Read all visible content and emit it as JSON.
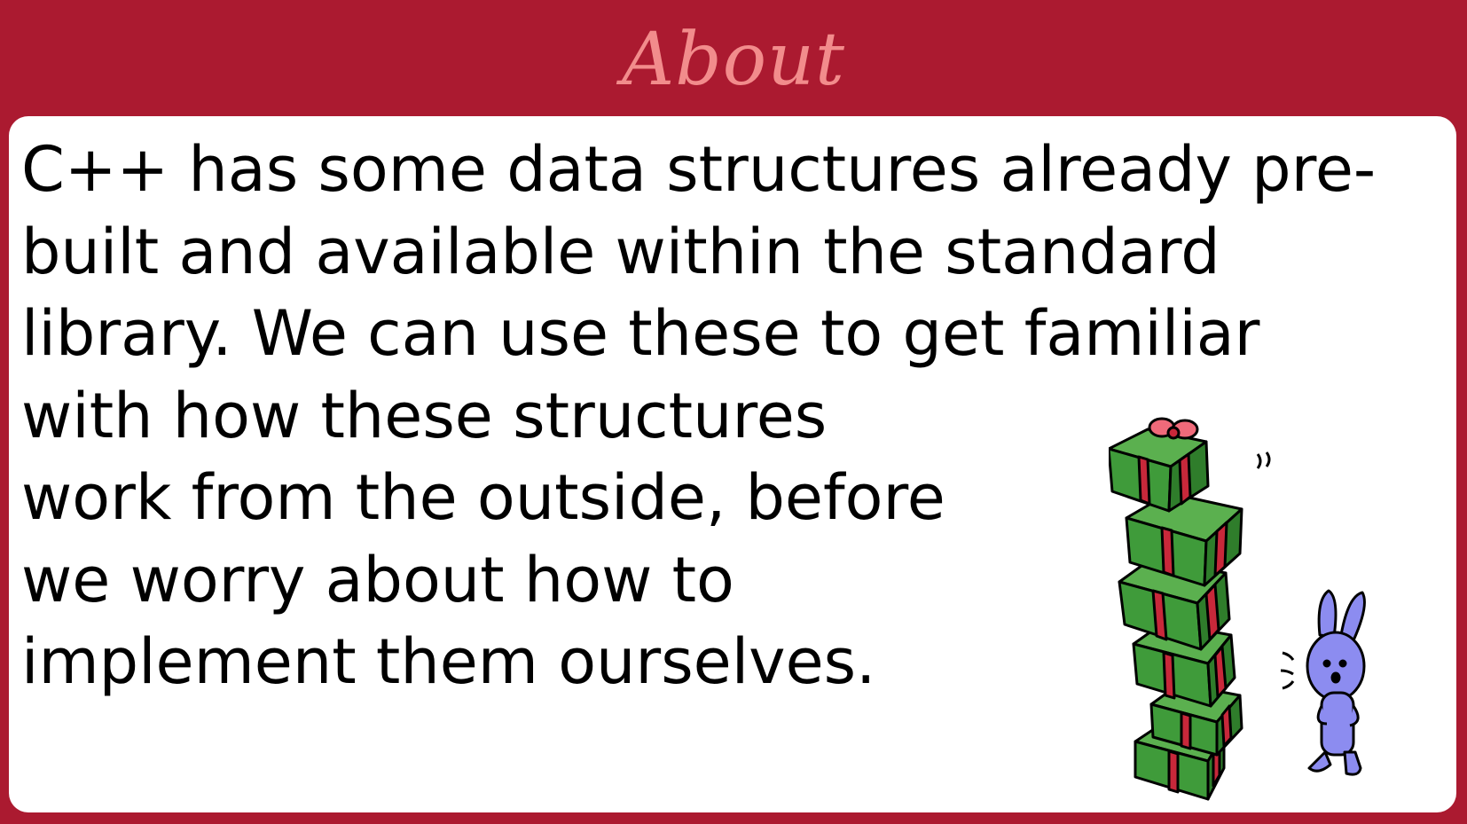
{
  "slide": {
    "title": "About",
    "body_lines": [
      "C++ has some data structures already pre-",
      "built and available within the standard",
      "library. We can use these to get familiar",
      "with how these structures",
      "work from the outside, before",
      "we worry about how to",
      "implement them ourselves."
    ]
  },
  "colors": {
    "background": "#ab1a30",
    "title": "#f28c8c",
    "panel": "#ffffff",
    "text": "#000000",
    "box_green": "#3f9b3a",
    "ribbon_red": "#c8283a",
    "bunny_blue": "#8c8cf0"
  },
  "illustration": {
    "icon": "gift-stack-and-bunny-icon"
  }
}
